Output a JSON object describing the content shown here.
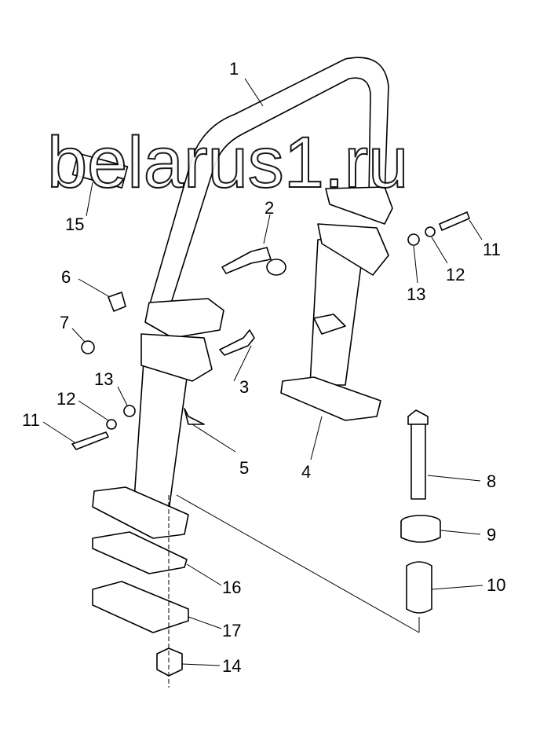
{
  "watermark": "belarus1.ru",
  "callouts": [
    {
      "id": "1",
      "label": "1"
    },
    {
      "id": "2",
      "label": "2"
    },
    {
      "id": "3",
      "label": "3"
    },
    {
      "id": "4",
      "label": "4"
    },
    {
      "id": "5",
      "label": "5"
    },
    {
      "id": "6",
      "label": "6"
    },
    {
      "id": "7",
      "label": "7"
    },
    {
      "id": "8",
      "label": "8"
    },
    {
      "id": "9",
      "label": "9"
    },
    {
      "id": "10",
      "label": "10"
    },
    {
      "id": "11a",
      "label": "11"
    },
    {
      "id": "11b",
      "label": "11"
    },
    {
      "id": "12a",
      "label": "12"
    },
    {
      "id": "12b",
      "label": "12"
    },
    {
      "id": "13a",
      "label": "13"
    },
    {
      "id": "13b",
      "label": "13"
    },
    {
      "id": "14",
      "label": "14"
    },
    {
      "id": "15",
      "label": "15"
    },
    {
      "id": "16",
      "label": "16"
    },
    {
      "id": "17",
      "label": "17"
    }
  ]
}
